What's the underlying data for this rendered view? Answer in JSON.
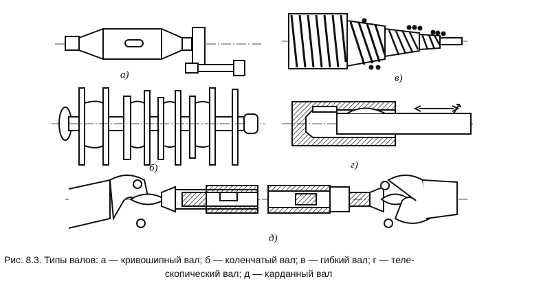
{
  "figure": {
    "labels": {
      "a": "а)",
      "b": "б)",
      "v": "в)",
      "g": "г)",
      "d": "д)"
    }
  },
  "caption": {
    "line1": "Рис. 8.3. Типы валов: а — кривошипный вал; б — коленчатый вал; в — гибкий вал; г — теле-",
    "line2": "скопический вал; д — карданный вал"
  },
  "colors": {
    "ink": "#111111",
    "background": "#ffffff"
  }
}
